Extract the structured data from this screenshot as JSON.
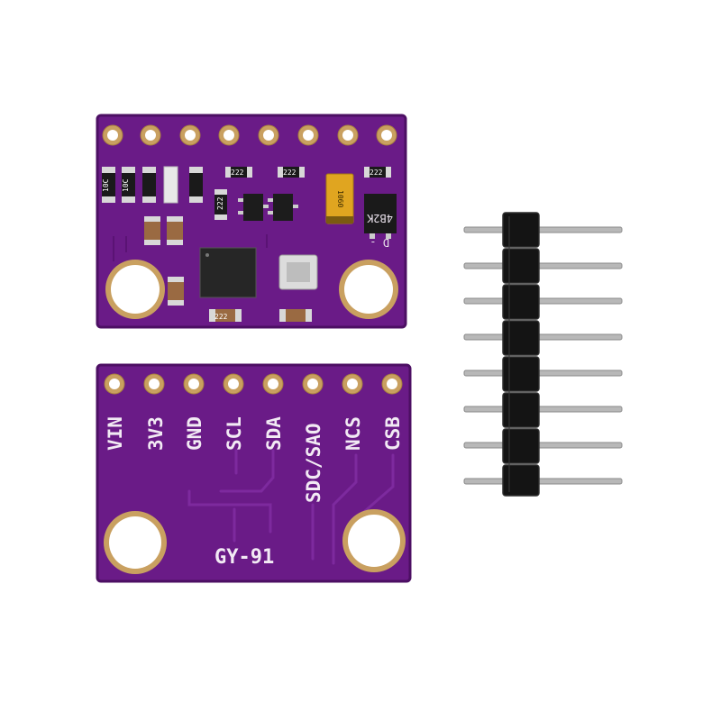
{
  "colors": {
    "pcb": "#6a1b87",
    "pcb_edge": "#4c0f63",
    "gold": "#c9a060",
    "header_plastic": "#141414",
    "header_pin": "#b8b8b8"
  },
  "rear_board": {
    "pin_labels": [
      "VIN",
      "3V3",
      "GND",
      "SCL",
      "SDA",
      "SDC/SAO",
      "NCS",
      "CSB"
    ],
    "model": "GY-91"
  },
  "front_board": {
    "component_codes": {
      "resistor_a": "10C",
      "resistor_b": "10C",
      "resistor_c": "222",
      "resistor_d": "222",
      "resistor_e": "222",
      "resistor_f": "222",
      "resistor_g": "222",
      "tantalum": "1060",
      "cap_top_right": "4B2K",
      "silk_mark": "D -"
    }
  },
  "pin_header": {
    "pin_count": 8
  }
}
